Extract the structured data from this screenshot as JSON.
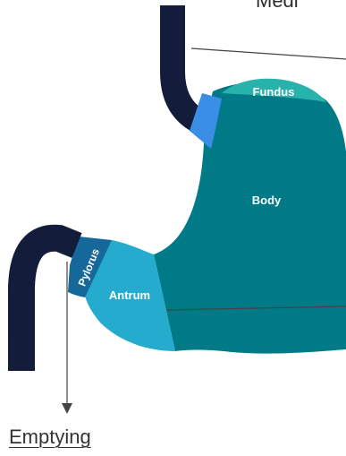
{
  "diagram": {
    "top_cutoff_text": "Medi",
    "regions": {
      "fundus": "Fundus",
      "body": "Body",
      "pylorus": "Pylorus",
      "antrum": "Antrum"
    },
    "outflow_label": "Emptying"
  },
  "colors": {
    "esophagus": "#131c3a",
    "sphincter": "#3a8ee6",
    "fundus": "#27b3ac",
    "body": "#007a86",
    "antrum": "#25abce",
    "pylorus": "#16679a",
    "duodenum": "#131c3a",
    "leader_lines": "#444444"
  }
}
